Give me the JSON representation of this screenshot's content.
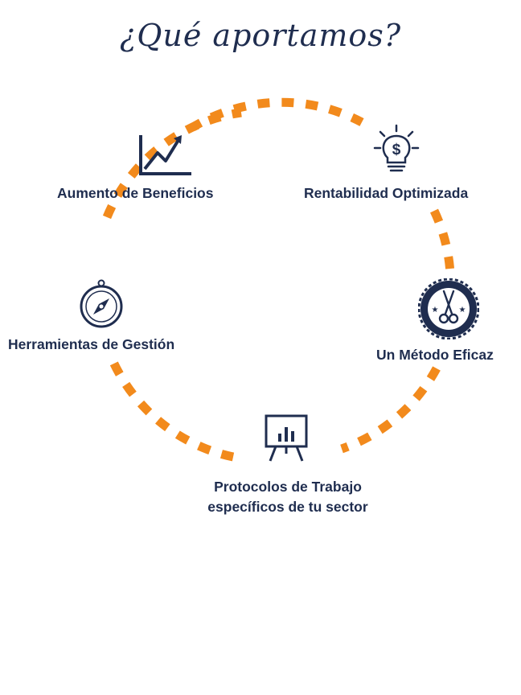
{
  "title": "¿Qué aportamos?",
  "colors": {
    "navy": "#1f2d4f",
    "orange": "#f28a1c"
  },
  "items": [
    {
      "label": "Aumento de Beneficios",
      "icon": "growth-chart-icon"
    },
    {
      "label": "Rentabilidad Optimizada",
      "icon": "lightbulb-dollar-icon"
    },
    {
      "label": "Un Método Eficaz",
      "icon": "scissors-badge-icon"
    },
    {
      "label_line1": "Protocolos de Trabajo",
      "label_line2": "específicos de tu sector",
      "icon": "presentation-chart-icon"
    },
    {
      "label": "Herramientas de Gestión",
      "icon": "compass-icon"
    }
  ]
}
